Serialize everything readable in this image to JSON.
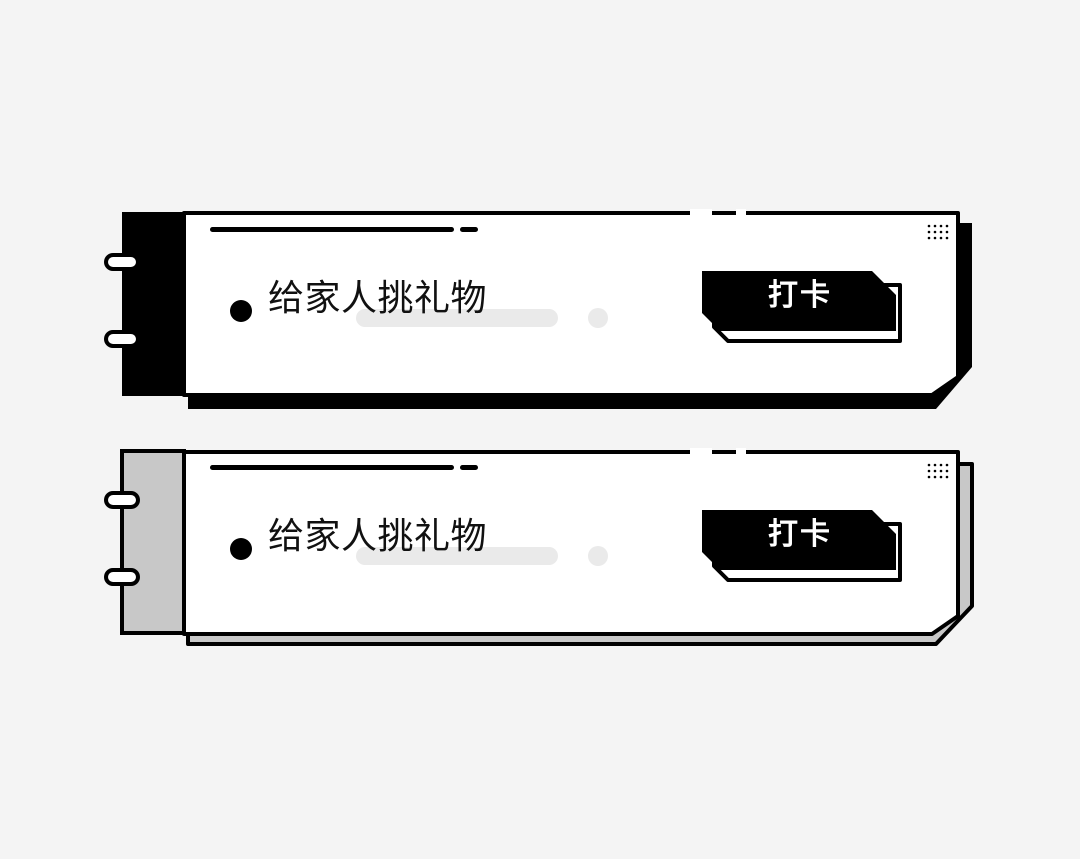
{
  "colors": {
    "background": "#f4f4f4",
    "ink": "#000000",
    "paper": "#ffffff",
    "muted_panel": "#c8c8c8",
    "placeholder_bar": "#eaeaea"
  },
  "cards": [
    {
      "variant": "dark",
      "task_text": "给家人挑礼物",
      "button_label": "打卡",
      "bullet_icon": "bullet-dot-icon",
      "ring_icon": "binder-ring-icon",
      "grid_icon": "dot-grid-icon"
    },
    {
      "variant": "light",
      "task_text": "给家人挑礼物",
      "button_label": "打卡",
      "bullet_icon": "bullet-dot-icon",
      "ring_icon": "binder-ring-icon",
      "grid_icon": "dot-grid-icon"
    }
  ]
}
